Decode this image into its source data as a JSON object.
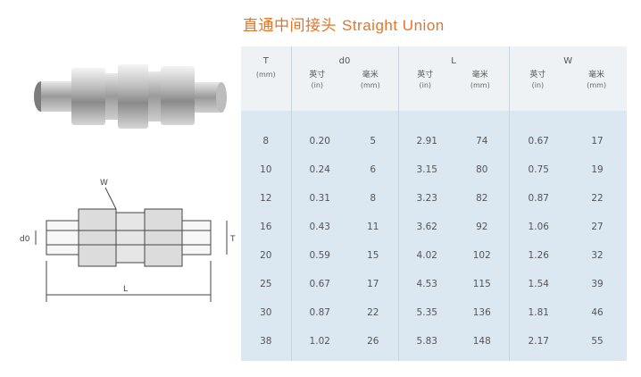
{
  "title": {
    "zh": "直通中间接头",
    "en": "Straight Union"
  },
  "drawing_labels": {
    "w": "W",
    "d0": "d0",
    "t": "T",
    "l": "L"
  },
  "table": {
    "t_header": {
      "label": "T",
      "unit": "(mm)"
    },
    "groups": [
      {
        "label": "d0",
        "inch_label": "英寸",
        "inch_unit": "(in)",
        "mm_label": "毫米",
        "mm_unit": "(mm)"
      },
      {
        "label": "L",
        "inch_label": "英寸",
        "inch_unit": "(in)",
        "mm_label": "毫米",
        "mm_unit": "(mm)"
      },
      {
        "label": "W",
        "inch_label": "英寸",
        "inch_unit": "(in)",
        "mm_label": "毫米",
        "mm_unit": "(mm)"
      }
    ],
    "rows": [
      [
        "8",
        "0.20",
        "5",
        "2.91",
        "74",
        "0.67",
        "17"
      ],
      [
        "10",
        "0.24",
        "6",
        "3.15",
        "80",
        "0.75",
        "19"
      ],
      [
        "12",
        "0.31",
        "8",
        "3.23",
        "82",
        "0.87",
        "22"
      ],
      [
        "16",
        "0.43",
        "11",
        "3.62",
        "92",
        "1.06",
        "27"
      ],
      [
        "20",
        "0.59",
        "15",
        "4.02",
        "102",
        "1.26",
        "32"
      ],
      [
        "25",
        "0.67",
        "17",
        "4.53",
        "115",
        "1.54",
        "39"
      ],
      [
        "30",
        "0.87",
        "22",
        "5.35",
        "136",
        "1.81",
        "46"
      ],
      [
        "38",
        "1.02",
        "26",
        "5.83",
        "148",
        "2.17",
        "55"
      ]
    ]
  },
  "colors": {
    "title": "#e0752a",
    "table_body": "#dbe7f1",
    "table_header": "#eef2f5"
  }
}
